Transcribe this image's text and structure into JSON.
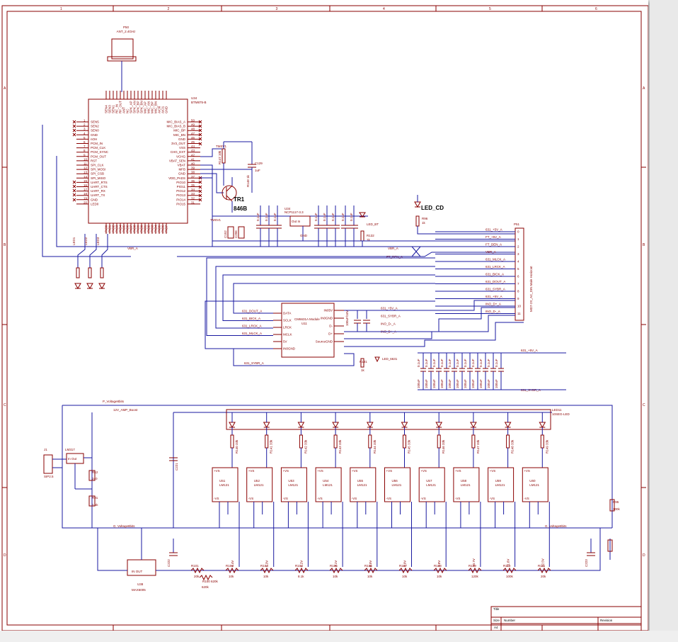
{
  "colors": {
    "wire": "#1a1aa0",
    "body": "#8a0000",
    "ic_fill": "#f3e6c8",
    "title_block": "#000000"
  },
  "frame": {
    "cols": [
      "1",
      "2",
      "3",
      "4",
      "5",
      "6"
    ],
    "rows": [
      "A",
      "B",
      "C",
      "D"
    ]
  },
  "antenna": {
    "designator": "P50",
    "value": "ANT_2.4GHz"
  },
  "bt_module": {
    "designator": "U34",
    "value": "BTM875-B",
    "left_pins": [
      "SEN5",
      "SEN2",
      "SEN0",
      "GND",
      "nOH",
      "PCM_IN",
      "PCM_CLK",
      "PCM_SYNC",
      "PCM_OUT",
      "RST",
      "SPI_CLK",
      "SPI_MOSI",
      "SPI_CSB",
      "SPI_MISO",
      "UART_RTS",
      "UART_CTS",
      "UART_RX",
      "UART_TX",
      "GND",
      "LED0"
    ],
    "right_pins": [
      "MIC_BIAS_A",
      "MIC_BIAS_B",
      "MIC_BP",
      "MIC_BN",
      "GND",
      "3V3_OUT",
      "VSS",
      "CHG_EXT",
      "VCHG",
      "VBAT_SEN",
      "VBAT",
      "MFB",
      "GND",
      "VDD_PADS",
      "PIO10",
      "PIO11",
      "PIO12",
      "PIO13",
      "PIO14",
      "PIO15"
    ]
  },
  "transistor": {
    "designator": "TR1",
    "value": "846B"
  },
  "cap_c129": {
    "designator": "C129",
    "value": "1uF"
  },
  "nets": {
    "tmsv1": "TMSV1",
    "vbr_a": "VBR_A",
    "vbr_a_left": "VBR_A",
    "ft_den_a": "FT_DEN_A",
    "s631_5v_a": "631_+5V_A",
    "s631_sybr_a": "631_SYBR_A",
    "p12v": "12V_AMP_Boost"
  },
  "regulator": {
    "designator": "U34",
    "value": "NCP1117-3.3",
    "pin_label": "Out  In"
  },
  "led_cd": {
    "designator": "LED_CD",
    "res": "R96",
    "res_value": "1k"
  },
  "led_bt": {
    "designator": "LED_BT",
    "res": "R132",
    "res_value": "1k"
  },
  "left_leds": [
    "LED1",
    "LED2",
    "LED3"
  ],
  "connector": {
    "designator": "P51",
    "side_label": "MD7-2X_AC_DIN Male Horizont",
    "pin_numbers": [
      "0",
      "1",
      "2",
      "3",
      "4",
      "5",
      "6",
      "7",
      "8",
      "9",
      "10",
      "11"
    ],
    "nets": [
      "631_+5V_A",
      "FT_+5V_A",
      "FT_DEN_A",
      "VBR_A",
      "631_MLCK_A",
      "631_LRCK_A",
      "631_BICK_A",
      "631_DOUT_A",
      "631_SYBR_A",
      "631_+5V_A",
      "INO_D+_A",
      "INO_D-_A"
    ]
  },
  "adc": {
    "designator": "U11",
    "value": "CM6631A Module",
    "left_pins": [
      "DATA",
      "SCLK",
      "LRCK",
      "MCLK",
      "5V",
      "IN0GND"
    ],
    "right_pins": [
      "IN05V",
      "IN0GND",
      "D-",
      "D+",
      "SourceGND"
    ],
    "left_nets": [
      "631_DOUT_A",
      "631_BICK_A",
      "631_LRCK_A",
      "631_MLCK_A"
    ],
    "right_nets": [
      "631_+5V_A",
      "631_SYBR_A",
      "INO_D-_A",
      "INO_D+_A"
    ],
    "bottom_net": "631_SYBR_A",
    "led": "LED_6631",
    "led_res": "R131",
    "led_res_value": "1k"
  },
  "cap_bank": {
    "net_top": "631_+5V_A",
    "net_bottom": "631_SYBR_A",
    "count": 11
  },
  "psu": {
    "net_p": "P_Voltage8bits",
    "net_g": "G_Voltage8bits",
    "conn": {
      "designator": "J1",
      "value": "SIP2.5"
    },
    "lm317": {
      "designator": "LM317",
      "pins": "In  Out"
    },
    "r_top": "R12",
    "r_top_val": "240",
    "r_bot": "R91",
    "r_bot_val": "1.5k",
    "max": {
      "designator": "U38",
      "value": "MAX6005",
      "pins": "IN    OUT"
    },
    "r_right": "R95",
    "r_right_val": "100k"
  },
  "led_bar": {
    "designator": "LED11",
    "value": "10SEG-LED"
  },
  "comparators": [
    {
      "id": "U51",
      "value": "LM121"
    },
    {
      "id": "U52",
      "value": "LM121"
    },
    {
      "id": "U53",
      "value": "LM121"
    },
    {
      "id": "U54",
      "value": "LM121"
    },
    {
      "id": "U55",
      "value": "LM121"
    },
    {
      "id": "U56",
      "value": "LM121"
    },
    {
      "id": "U57",
      "value": "LM121"
    },
    {
      "id": "U58",
      "value": "LM121"
    },
    {
      "id": "U59",
      "value": "LM121"
    },
    {
      "id": "U60",
      "value": "LM121"
    }
  ],
  "ladder_res": [
    "R101",
    "R102",
    "R103",
    "R104",
    "R105",
    "R106",
    "R107",
    "R108",
    "R109",
    "R110",
    "R111"
  ],
  "ladder_values": [
    "20k",
    "10k",
    "10k",
    "8.1k",
    "10k",
    "10k",
    "10k",
    "10k",
    "120k",
    "100k",
    "20k"
  ],
  "title_block": {
    "title": "Title",
    "size": "Size",
    "size_val": "A4",
    "number": "Number",
    "revision": "Revision"
  }
}
